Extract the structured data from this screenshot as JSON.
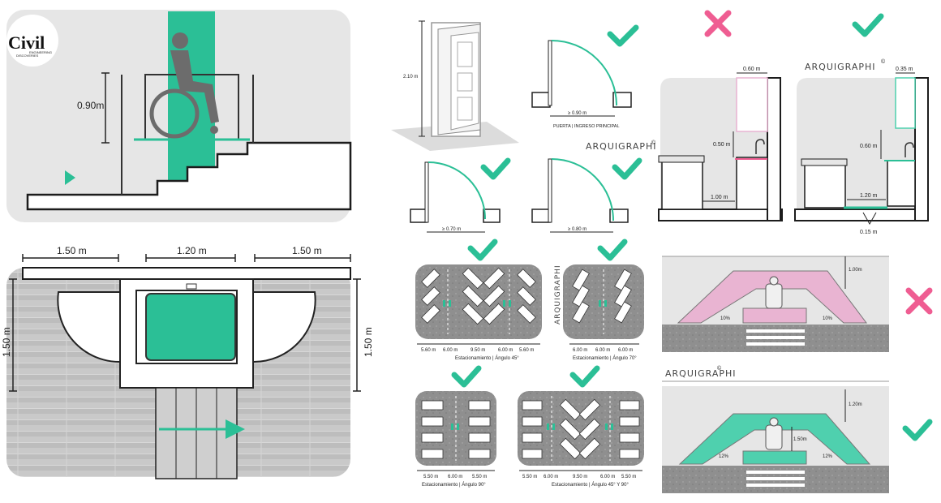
{
  "logo": {
    "text": "Civil",
    "subtitle_line1": "ENGINEERING",
    "subtitle_line2": "DISCOVERIES"
  },
  "brand": "ARQUIGRAPHI",
  "copyright": "©",
  "colors": {
    "accent": "#2bbf96",
    "accent_light": "#4fd0ae",
    "wrong": "#ef5d92",
    "wrong_fill": "#e9b4d2",
    "panel_gray": "#e6e6e6",
    "asphalt": "#8e8e8e",
    "line": "#1c1c1c"
  },
  "icons": {
    "correct": "check-mark-icon",
    "incorrect": "x-mark-icon",
    "wheelchair_user": "wheelchair-user-icon",
    "door": "door-icon",
    "play": "play-triangle-icon"
  },
  "lift": {
    "height_label": "0.90m"
  },
  "platform_plan": {
    "left_width": "1.50 m",
    "center_width": "1.20 m",
    "right_width": "1.50 m",
    "left_height": "1.50 m",
    "right_height": "1.50 m"
  },
  "door3d": {
    "height_label": "2.10 m"
  },
  "doors": [
    {
      "width_label": "≥ 0.90 m",
      "caption": "PUERTA | INGRESO PRINCIPAL"
    },
    {
      "width_label": "≥ 0.70 m"
    },
    {
      "width_label": "≥ 0.80 m"
    }
  ],
  "parking": [
    {
      "dims": [
        "5.60 m",
        "6.00 m",
        "9.50 m",
        "6.00 m",
        "5.60 m"
      ],
      "caption": "Estacionamiento | Ángulo 45°"
    },
    {
      "dims": [
        "6.00 m",
        "6.00 m",
        "6.00 m"
      ],
      "caption": "Estacionamiento | Ángulo 70°"
    },
    {
      "dims": [
        "5.50 m",
        "6.00 m",
        "5.50 m"
      ],
      "caption": "Estacionamiento | Ángulo 90°"
    },
    {
      "dims": [
        "5.50 m",
        "6.00 m",
        "9.50 m",
        "6.00 m",
        "5.50 m"
      ],
      "caption": "Estacionamiento | Ángulo 45° Y 90°"
    }
  ],
  "sinks": {
    "wrong": {
      "cabinet_width": "0.60 m",
      "counter_gap": "0.50 m",
      "floor_width": "1.00 m"
    },
    "right": {
      "cabinet_width": "0.35 m",
      "counter_gap": "0.60 m",
      "floor_width": "1.20 m",
      "plinth": "0.15 m"
    }
  },
  "crossings": {
    "wrong": {
      "height": "1.00m",
      "slope_left": "10%",
      "slope_right": "10%"
    },
    "right": {
      "height": "1.20m",
      "slope_left": "12%",
      "slope_right": "12%",
      "platform": "1.50m"
    }
  }
}
